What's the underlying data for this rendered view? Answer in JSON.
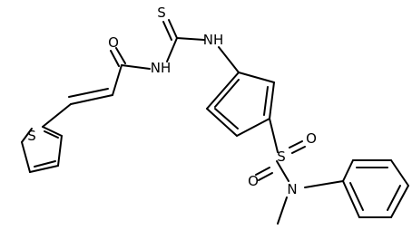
{
  "atoms": {
    "S_thiophene": "S",
    "O_carbonyl": "O",
    "NH_amide": "NH",
    "S_thione": "S",
    "NH_aryl": "NH",
    "S_sulfonyl": "S",
    "O_sulfonyl_left": "O",
    "O_sulfonyl_right": "O",
    "N_amine": "N"
  }
}
